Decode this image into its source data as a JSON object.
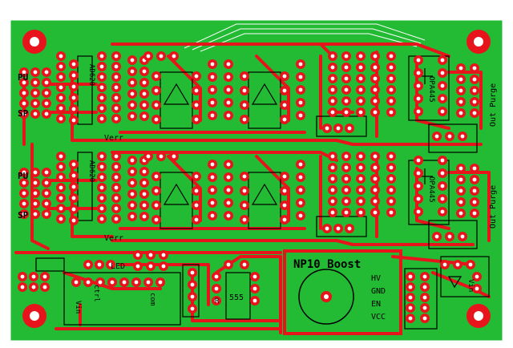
{
  "colors": {
    "board": "#22bb33",
    "copper": "#e8141c",
    "silk": "#000000",
    "pad_fill": "#ffffff",
    "edge": "#ffffff"
  },
  "labels": {
    "pu_top": "PU",
    "sp_top": "SP",
    "pu_bottom": "PU",
    "sp_bottom": "SP",
    "ic_top_1": "AD620",
    "ic_top_2": "OPA445",
    "ic_bottom_1": "AD620",
    "ic_bottom_2": "OPA445",
    "verr_top": "Verr",
    "verr_bottom": "Verr",
    "out_purge_top": "Out Purge",
    "out_purge_bottom": "Out Purge",
    "led": "LED",
    "timer": "555",
    "np10_title": "NP10 Boost",
    "np10_hv": "HV",
    "np10_gnd": "GND",
    "np10_en": "EN",
    "np10_vcc": "VCC",
    "r": "R",
    "fragment_1": "ctrl",
    "fragment_2": "com",
    "fragment_3": "Vin",
    "fragment_4": "Vin"
  }
}
